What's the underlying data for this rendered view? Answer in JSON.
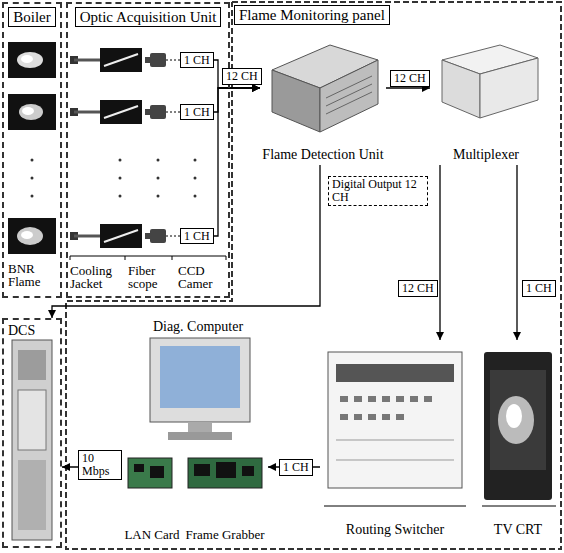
{
  "diagram": {
    "nodes": [
      {
        "text": [
          "Boiler"
        ]
      },
      {
        "text": [
          "Optic Acquisition Unit"
        ]
      },
      {
        "text": [
          "1 CH"
        ],
        "in": 1
      },
      {
        "text": [
          "1 CH"
        ],
        "in": 1
      },
      {
        "text": [
          "1 CH"
        ],
        "in": 1
      },
      {
        "text": [
          "Flame Monitoring panel"
        ]
      },
      {
        "text": [
          "Flame Detection Unit"
        ],
        "in": 5
      },
      {
        "text": [
          "Multiplexer"
        ],
        "in": 5
      },
      {
        "text": [
          "DCS"
        ]
      },
      {
        "text": [
          "Diag. Computer"
        ],
        "in": 5
      },
      {
        "text": [
          "LAN Card"
        ],
        "in": 9
      },
      {
        "text": [
          "Frame Grabber"
        ],
        "in": 9
      },
      {
        "text": [
          "Routing Switcher"
        ],
        "in": 5
      },
      {
        "text": [
          "TV CRT"
        ],
        "in": 5
      }
    ],
    "edges": [
      {
        "from": 2,
        "to": 6,
        "arrow": "to"
      },
      {
        "from": 3,
        "to": 6,
        "arrow": "to"
      },
      {
        "from": 4,
        "to": 6,
        "arrow": "to"
      },
      {
        "from": 6,
        "to": 7,
        "label": "12 CH",
        "arrow": "to"
      },
      {
        "from": 6,
        "to": 8,
        "label": "Digital Output 12 CH",
        "arrow": "to"
      },
      {
        "from": 7,
        "to": 12,
        "label": "12 CH",
        "arrow": "to"
      },
      {
        "from": 7,
        "to": 13,
        "label": "1 CH",
        "arrow": "to"
      },
      {
        "from": 12,
        "to": 11,
        "label": "1 CH",
        "arrow": "to"
      },
      {
        "from": 10,
        "to": 8,
        "label": "10 Mbps",
        "arrow": "to"
      }
    ],
    "labels": [
      "BNR Flame",
      "12 CH",
      "Cooling Jacket",
      "Fiber scope",
      "CCD Camer"
    ]
  }
}
